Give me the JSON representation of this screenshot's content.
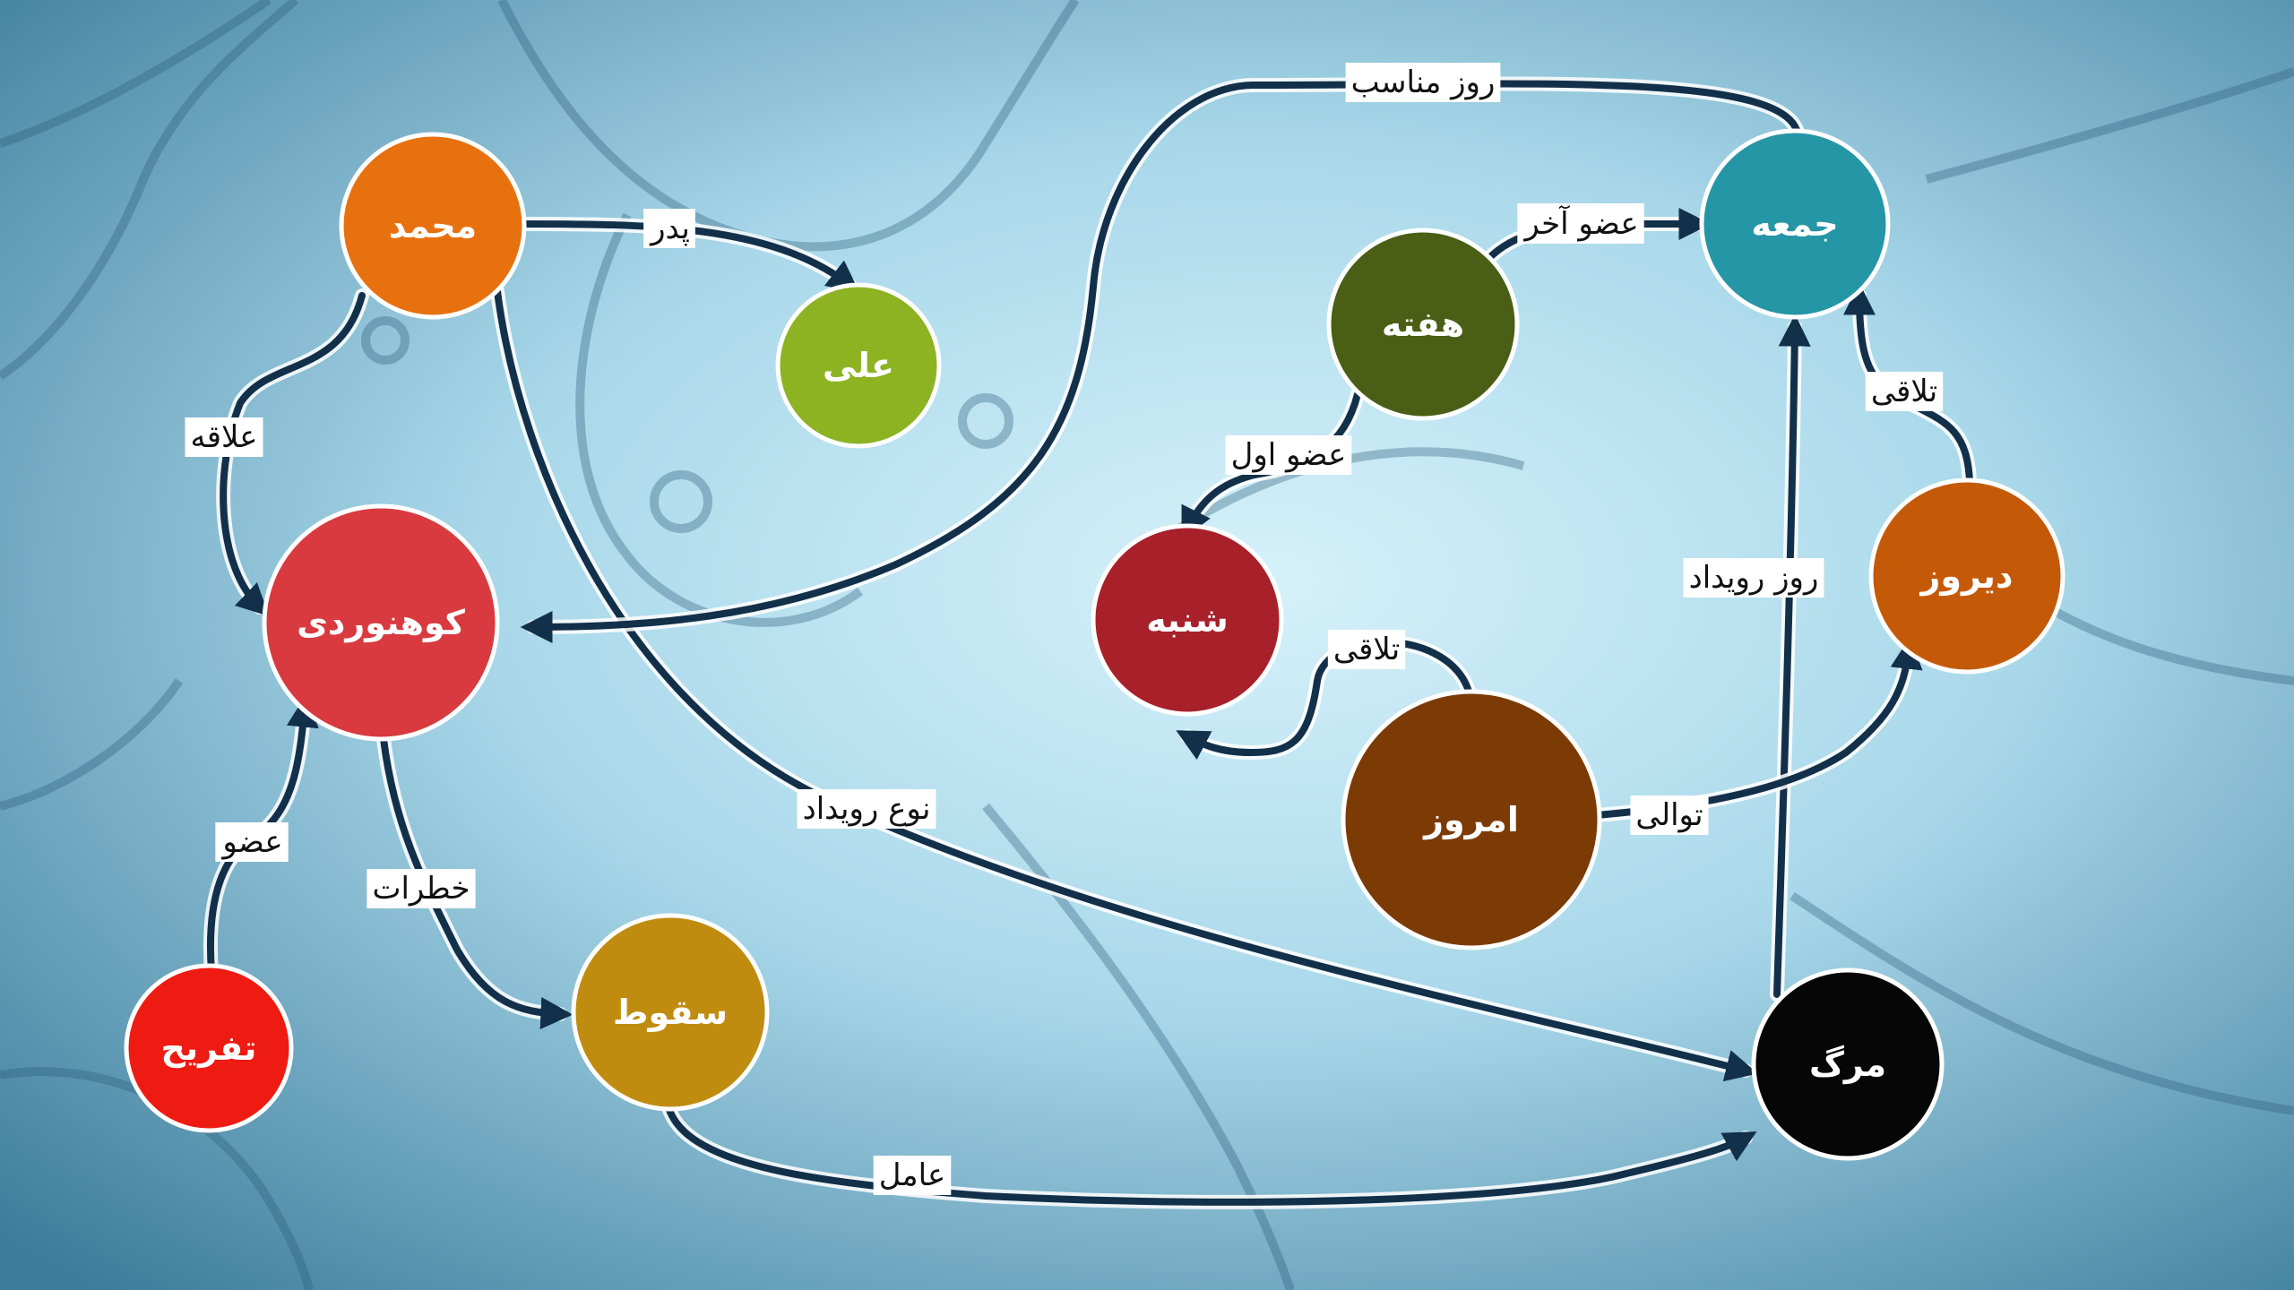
{
  "colors": {
    "edge": "#13304a",
    "background_light": "#cfeef8",
    "background_dark": "#3f7f9e"
  },
  "nodes": {
    "mohammad": {
      "label": "محمد",
      "color": "#e8710f"
    },
    "ali": {
      "label": "علی",
      "color": "#8db322"
    },
    "kuhnavardi": {
      "label": "کوهنوردی",
      "color": "#d83a3f"
    },
    "tafrih": {
      "label": "تفریح",
      "color": "#ee1b13"
    },
    "soghut": {
      "label": "سقوط",
      "color": "#c08c10"
    },
    "marg": {
      "label": "مرگ",
      "color": "#060606"
    },
    "hafte": {
      "label": "هفته",
      "color": "#4a5e15"
    },
    "jome": {
      "label": "جمعه",
      "color": "#2596a6"
    },
    "shanbe": {
      "label": "شنبه",
      "color": "#a8202a"
    },
    "emruz": {
      "label": "امروز",
      "color": "#7c3a05"
    },
    "diruz": {
      "label": "دیروز",
      "color": "#c45a08"
    }
  },
  "edges": {
    "pedar": {
      "label": "پدر"
    },
    "alaghe": {
      "label": "علاقه"
    },
    "noe_rooydad": {
      "label": "نوع رویداد"
    },
    "ruz_monaseb": {
      "label": "روز مناسب"
    },
    "ozv": {
      "label": "عضو"
    },
    "khatarat": {
      "label": "خطرات"
    },
    "amel": {
      "label": "عامل"
    },
    "ruz_rooydad": {
      "label": "روز رویداد"
    },
    "ozv_akhar": {
      "label": "عضو آخر"
    },
    "ozv_aval": {
      "label": "عضو اول"
    },
    "talaghi_1": {
      "label": "تلاقی"
    },
    "tavali": {
      "label": "توالی"
    },
    "talaghi_2": {
      "label": "تلاقی"
    }
  }
}
